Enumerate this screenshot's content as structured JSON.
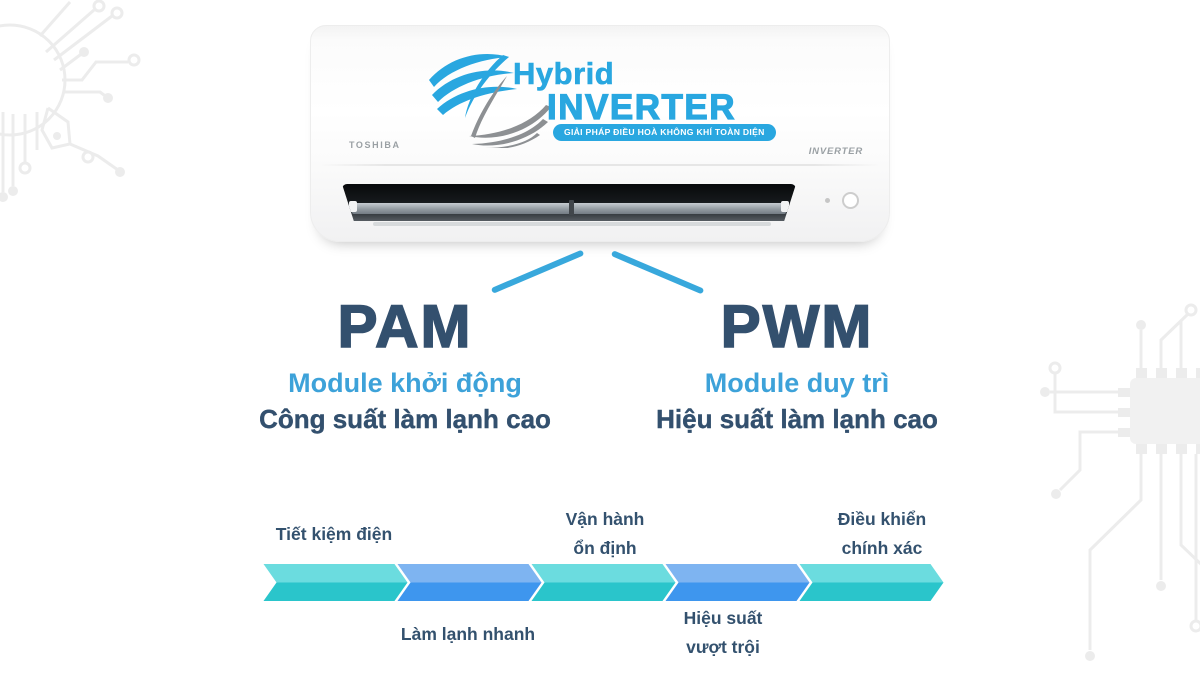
{
  "unit": {
    "brand": "TOSHIBA",
    "side_label": "INVERTER",
    "logo": {
      "title": "Hybrid",
      "subtitle": "INVERTER",
      "tagline": "GIẢI PHÁP ĐIỀU HOÀ KHÔNG KHÍ TOÀN DIỆN"
    }
  },
  "modules": [
    {
      "id": "pam",
      "title": "PAM",
      "subtitle": "Module khởi động",
      "description": "Công suất làm lạnh cao"
    },
    {
      "id": "pwm",
      "title": "PWM",
      "subtitle": "Module duy trì",
      "description": "Hiệu suất làm lạnh cao"
    }
  ],
  "benefits": {
    "top_labels": [
      {
        "line1": "Tiết kiệm điện",
        "line2": ""
      },
      {
        "line1": "Vận hành",
        "line2": "ổn định"
      },
      {
        "line1": "Điều khiển",
        "line2": "chính xác"
      }
    ],
    "bottom_labels": [
      {
        "line1": "Làm lạnh nhanh",
        "line2": ""
      },
      {
        "line1": "Hiệu suất",
        "line2": "vượt trội"
      }
    ],
    "segments": [
      "teal",
      "blue",
      "teal",
      "blue",
      "teal"
    ]
  },
  "colors": {
    "logo_blue": "#29a7e0",
    "navy": "#33506e",
    "light_blue": "#3da2d9",
    "connector_blue": "#38a8dc",
    "teal_top": "#6bdcdf",
    "teal_bottom": "#2ac5cb",
    "blue_top": "#7eb4f1",
    "blue_bottom": "#3e96ee",
    "decor_gray": "#ececec"
  }
}
